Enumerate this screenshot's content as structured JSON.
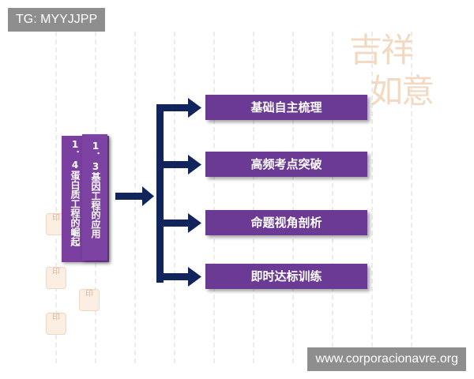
{
  "overlay": {
    "tg_label": "TG: MYYJJPP",
    "watermark_url": "www.corporacionavre.org"
  },
  "diagram": {
    "left_group": {
      "title_1_4": "1．4蛋白质工程的崛起",
      "title_1_3": "1．3基因工程的应用"
    },
    "branches": [
      {
        "label": "基础自主梳理"
      },
      {
        "label": "高频考点突破"
      },
      {
        "label": "命题视角剖析"
      },
      {
        "label": "即时达标训练"
      }
    ]
  },
  "colors": {
    "box_purple": "#6b3a95",
    "connector_navy": "#12245c",
    "deco_peach": "#f3d9c1"
  }
}
